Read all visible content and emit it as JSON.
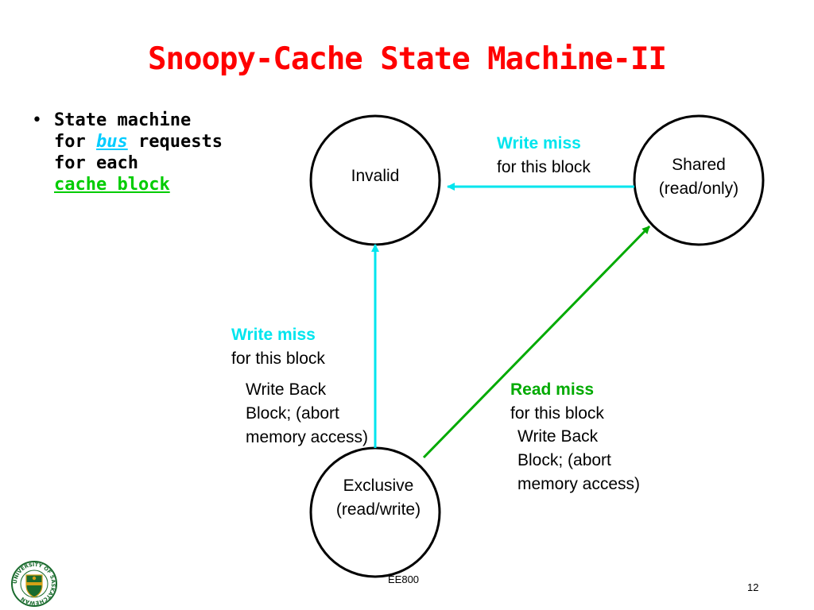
{
  "title": "Snoopy-Cache State Machine-II",
  "bullet": {
    "dot": "•",
    "line1": "State machine",
    "line2_pre": "for ",
    "line2_link": "bus",
    "line2_post": " requests",
    "line3": "for each",
    "line4_link": "cache block"
  },
  "states": {
    "invalid": {
      "line1": "Invalid"
    },
    "shared": {
      "line1": "Shared",
      "line2": "(read/only)"
    },
    "exclusive": {
      "line1": "Exclusive",
      "line2": "(read/write)"
    }
  },
  "transitions": {
    "shared_to_invalid": {
      "head": "Write miss",
      "line2": "for this block"
    },
    "exclusive_to_invalid": {
      "head": "Write miss",
      "line2": "for this block",
      "action1": "Write Back",
      "action2": "Block; (abort",
      "action3": "memory access)"
    },
    "exclusive_to_shared": {
      "head": "Read miss",
      "line2": "for this block",
      "action1": "Write Back",
      "action2": "Block; (abort",
      "action3": "memory access)"
    }
  },
  "colors": {
    "title": "#ff0000",
    "write_miss": "#00e5ee",
    "read_miss": "#00aa00",
    "logo_green": "#1a6b2e",
    "logo_gold": "#d4a017"
  },
  "logo": {
    "text": "UNIVERSITY OF SASKATCHEWAN"
  },
  "footer": {
    "code": "EE800",
    "page": "12"
  }
}
